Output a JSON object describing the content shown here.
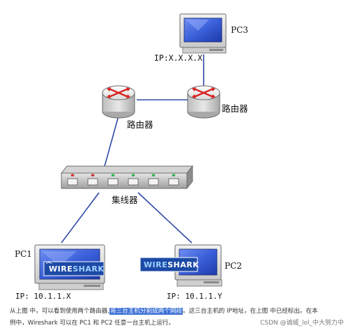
{
  "top_fragment": "",
  "pc3": {
    "name": "PC3",
    "ip": "IP:X.X.X.X"
  },
  "router_right": {
    "label": "路由器"
  },
  "router_left": {
    "label": "路由器"
  },
  "hub": {
    "label": "集线器",
    "port_led_colors": [
      "#d32a2a",
      "#d32a2a",
      "#2db34a",
      "#2db34a",
      "#2db34a",
      "#2db34a"
    ]
  },
  "pc1": {
    "name": "PC1",
    "ip": "IP:  10.1.1.X",
    "screen_logo_parts": [
      "WIRE",
      "SHARK"
    ]
  },
  "pc2": {
    "name": "PC2",
    "ip": "IP:  10.1.1.Y",
    "screen_logo_parts": [
      "WIRE",
      "SHARK"
    ]
  },
  "colors": {
    "link_line": "#2f4aa8",
    "router_arrow": "#d92424",
    "screen_blue": "#2457c7"
  },
  "caption": {
    "line1_pre": "从上图 中，可以看到使用两个路由器,",
    "line1_highlight": "将三台主机分割成两个网段",
    "line1_post": "。这三台主机的 IP地址，在上图 中已经标出。在本",
    "line2": "例中，Wireshark 可以在 PC1 和 PC2 任意一台主机上运行。"
  },
  "watermark": "CSDN @诚威_lol_中大努力中"
}
